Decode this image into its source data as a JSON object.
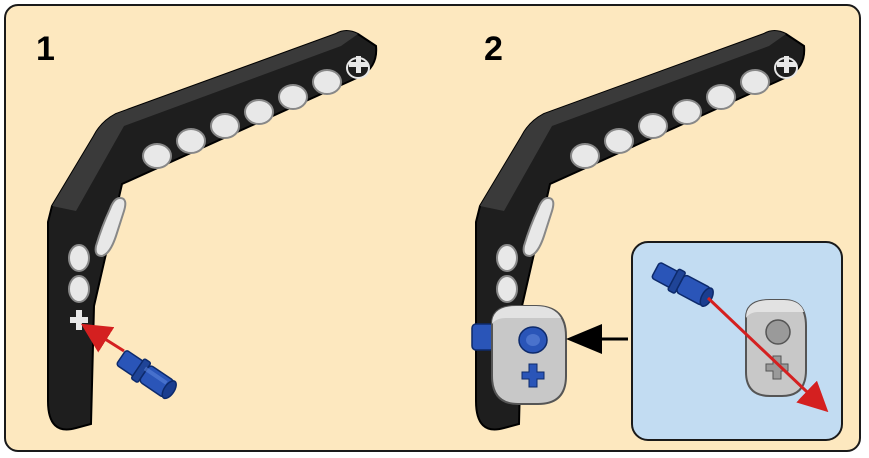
{
  "steps": [
    {
      "number": "1",
      "parts": [
        "black-bent-beam",
        "blue-axle-pin"
      ]
    },
    {
      "number": "2",
      "parts": [
        "black-bent-beam",
        "blue-axle-pin",
        "grey-cross-block"
      ],
      "callout": {
        "parts": [
          "blue-axle-pin",
          "grey-cross-block"
        ]
      }
    }
  ],
  "colors": {
    "background": "#fde8bf",
    "border": "#1a1a1a",
    "beam": "#1e1e1e",
    "beam_hole": "#e8e8e8",
    "pin": "#2a55b8",
    "block": "#c8c8c8",
    "callout_bg": "#c2dcf2",
    "arrow_red": "#d42020",
    "arrow_black": "#000000"
  }
}
